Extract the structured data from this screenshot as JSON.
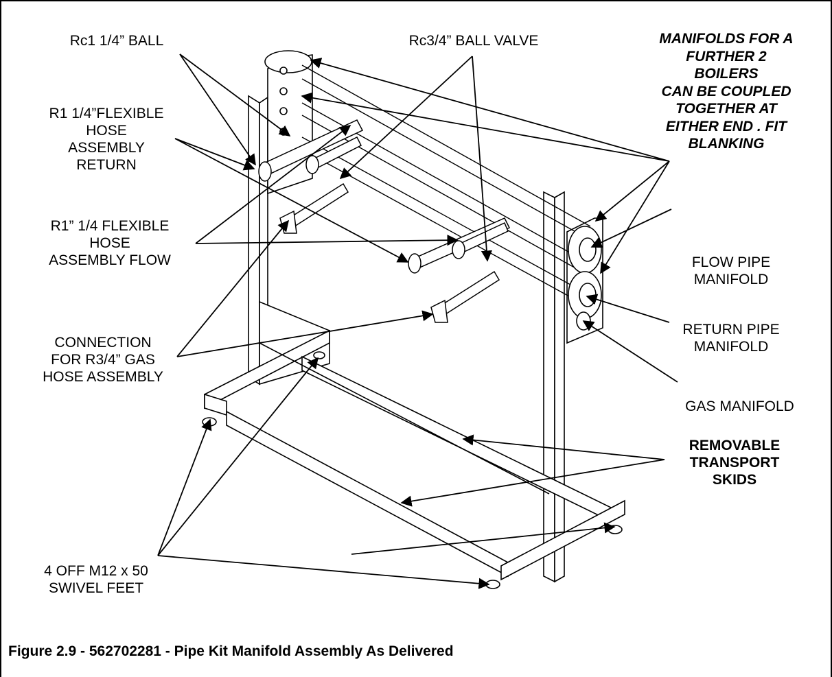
{
  "labels": {
    "rc1_ball": "Rc1 1/4” BALL",
    "rc3_ball_valve": "Rc3/4” BALL VALVE",
    "manifolds_note": "MANIFOLDS FOR A\nFURTHER 2\nBOILERS\nCAN BE COUPLED\nTOGETHER AT\nEITHER END . FIT\nBLANKING",
    "hose_return": "R1 1/4”FLEXIBLE\nHOSE\nASSEMBLY\nRETURN",
    "hose_flow": "R1” 1/4 FLEXIBLE\nHOSE\nASSEMBLY FLOW",
    "flow_pipe_manifold": "FLOW PIPE\nMANIFOLD",
    "gas_connection": "CONNECTION\nFOR R3/4” GAS\nHOSE ASSEMBLY",
    "return_pipe_manifold": "RETURN PIPE\nMANIFOLD",
    "gas_manifold": "GAS MANIFOLD",
    "transport_skids": "REMOVABLE\nTRANSPORT\nSKIDS",
    "swivel_feet": "4 OFF M12 x 50\nSWIVEL FEET"
  },
  "caption": "Figure 2.9 - 562702281 - Pipe Kit Manifold Assembly As Delivered"
}
